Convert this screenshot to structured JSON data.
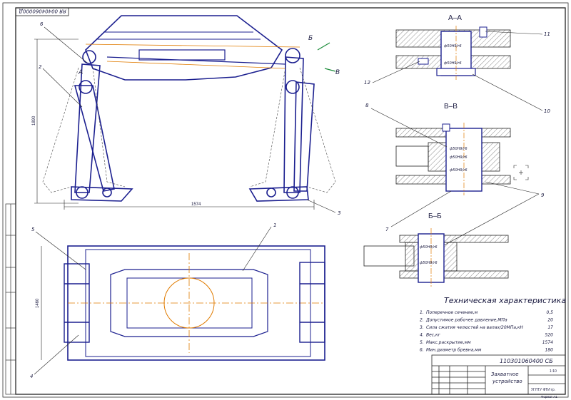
{
  "stamp_top": "ЯЯ 00404060000Д",
  "section_titles": {
    "aa": "А–А",
    "vv": "В–В",
    "bb": "Б–Б"
  },
  "view_markers": {
    "a": "А",
    "b": "Б",
    "v": "В"
  },
  "fits": {
    "aa_1": "ф50Н9/r6",
    "aa_2": "ф50Н9/r6",
    "vv_1": "ф50Н9/r6",
    "vv_2": "ф50Н9/r6",
    "vv_3": "ф50Н9/r6",
    "bb_1": "ф50Н9/r6",
    "bb_2": "ф50Н9/r6"
  },
  "callouts": [
    "1",
    "2",
    "3",
    "4",
    "5",
    "6",
    "7",
    "8",
    "9",
    "10",
    "11",
    "12"
  ],
  "dimensions": {
    "height_front": "1890",
    "span_front": "1574",
    "height_plan": "1460"
  },
  "spec": {
    "title": "Техническая характеристика",
    "rows": [
      {
        "n": "1.",
        "label": "Поперечное сечение,м",
        "value": "0,5"
      },
      {
        "n": "2.",
        "label": "Допустимое рабочее давление,МПа",
        "value": "20"
      },
      {
        "n": "3.",
        "label": "Сила сжатия челюстей на валах/20МПа,кН",
        "value": "17"
      },
      {
        "n": "4.",
        "label": "Вес,кг",
        "value": "520"
      },
      {
        "n": "5.",
        "label": "Макс.раскрытие,мм",
        "value": "1574"
      },
      {
        "n": "6.",
        "label": "Мин.диаметр бревна,мм",
        "value": "180"
      }
    ]
  },
  "title_block": {
    "doc_number": "110301060400 СБ",
    "name_line1": "Захватное",
    "name_line2": "устройство",
    "scale": "1:10",
    "org": "УГЛТУ ФТИ гр.",
    "footer": "Формат А1"
  }
}
